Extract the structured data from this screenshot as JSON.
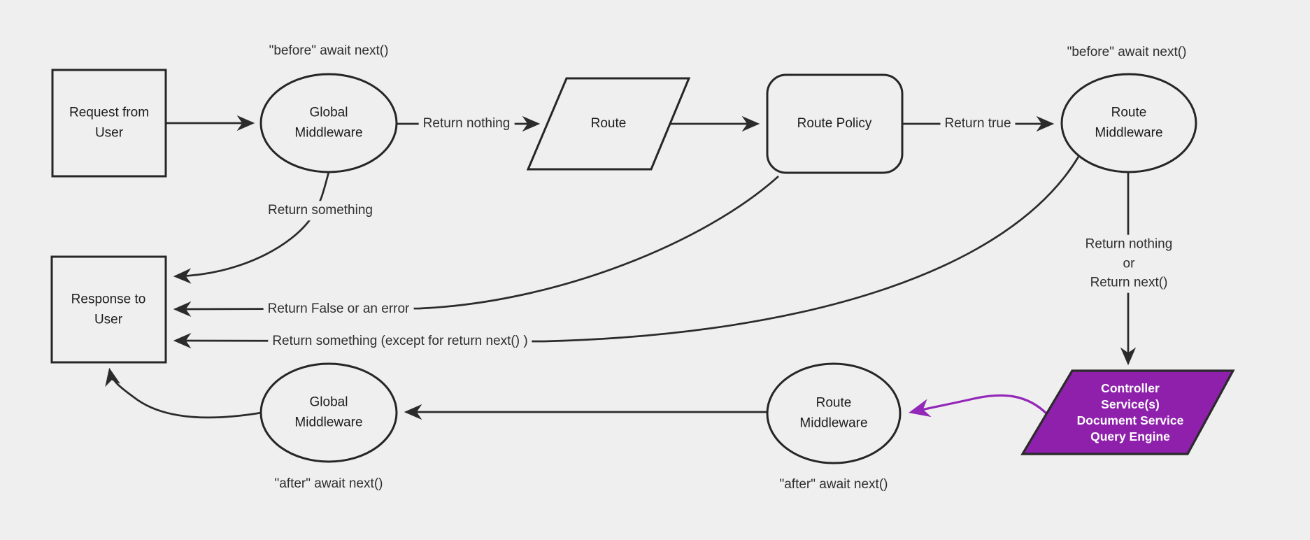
{
  "canvas": {
    "background": "#efefef"
  },
  "colors": {
    "edge": "#2b2b2b",
    "shape_stroke": "#262626",
    "shape_fill": "#efefef",
    "purple_fill": "#8e20ac",
    "purple_stroke": "#2a2a2a",
    "purple_arrow": "#9327b8",
    "label_text": "#2e2e2e",
    "node_text": "#1c1c1c",
    "controller_text": "#ffffff"
  },
  "nodes": {
    "request": {
      "label": "Request from User"
    },
    "global_middleware_top": {
      "label": "Global Middleware"
    },
    "route": {
      "label": "Route"
    },
    "route_policy": {
      "label": "Route Policy"
    },
    "route_middleware_top": {
      "label": "Route Middleware"
    },
    "response": {
      "label": "Response to User"
    },
    "controller": {
      "lines": [
        "Controller",
        "Service(s)",
        "Document Service",
        "Query Engine"
      ]
    },
    "route_middleware_bottom": {
      "label": "Route Middleware"
    },
    "global_middleware_bottom": {
      "label": "Global Middleware"
    }
  },
  "edge_labels": {
    "before_await_top_left": "\"before\" await next()",
    "before_await_top_right": "\"before\" await next()",
    "return_nothing": "Return nothing",
    "return_true": "Return true",
    "return_something": "Return something",
    "return_false_or_error": "Return False or an error",
    "return_something_except": "Return something (except for return next() )",
    "return_nothing_or": [
      "Return nothing",
      "or",
      "Return next()"
    ],
    "after_await_bottom_left": "\"after\" await next()",
    "after_await_bottom_right": "\"after\" await next()"
  }
}
